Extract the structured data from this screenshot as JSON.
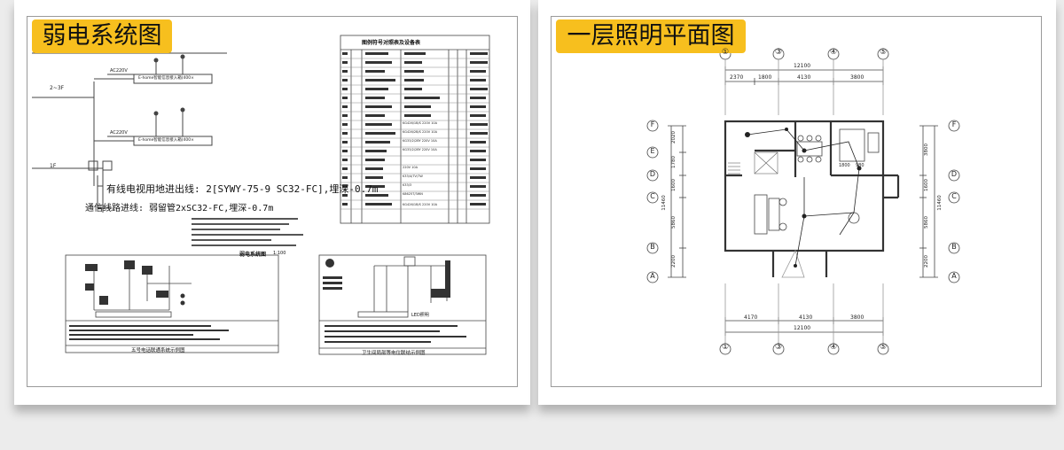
{
  "left_sheet": {
    "title": "弱电系统图",
    "floors": {
      "floor_2_3": "2~3F",
      "floor_1": "1F"
    },
    "power_label": "AC220V",
    "box_label": "E-home智能信息接入箱(400×",
    "annotation_cable": "有线电视用地进出线: 2[SYWY-75-9 SC32-FC],埋深-0.7m",
    "annotation_comm": "通信线路进线: 弱留管2xSC32-FC,埋深-0.7m",
    "legend_table_title": "图例符号对照表及设备表",
    "legend_rows": [
      "KG426/1B/S 220V 10A",
      "KG426/2B/S 220V 10A",
      "KG33/2/2BY 220V 10A",
      "KG33/2/2BY 220V 10A",
      "220V 10A",
      "K33/4/7V/7W",
      "K33/3",
      "K8625T/3WN",
      "KG426/1B/S 220V 10A"
    ],
    "caption_center": "弱电系统图",
    "caption_scale": "1:100",
    "caption_bottom_left": "五号电话联通系统示例图",
    "caption_bottom_right": "卫生间局部等电位联结示例图",
    "led_label": "LED照明"
  },
  "right_sheet": {
    "title": "一层照明平面图",
    "axis_top": [
      "①",
      "③",
      "④",
      "⑤"
    ],
    "axis_bottom": [
      "①",
      "③",
      "④",
      "⑤"
    ],
    "dims_top_total": "12100",
    "dims_top": [
      "2370",
      "1800",
      "4130",
      "3800"
    ],
    "dims_bottom_total": "12100",
    "dims_bottom": [
      "4170",
      "4130",
      "3800"
    ],
    "axis_left": [
      "F",
      "E",
      "D",
      "C",
      "B",
      "A"
    ],
    "axis_right": [
      "F",
      "D",
      "C",
      "B",
      "A"
    ],
    "dims_left": [
      "2020",
      "1780",
      "1600",
      "5860",
      "2200"
    ],
    "dims_left_total": "11460",
    "dims_right": [
      "3800",
      "1600",
      "5860",
      "2200"
    ],
    "dims_right_total": "11460",
    "inner_dims": [
      "1800",
      "980"
    ]
  },
  "colors": {
    "accent": "#f7bf1e",
    "line": "#333333",
    "frame": "#9a9a9a"
  }
}
